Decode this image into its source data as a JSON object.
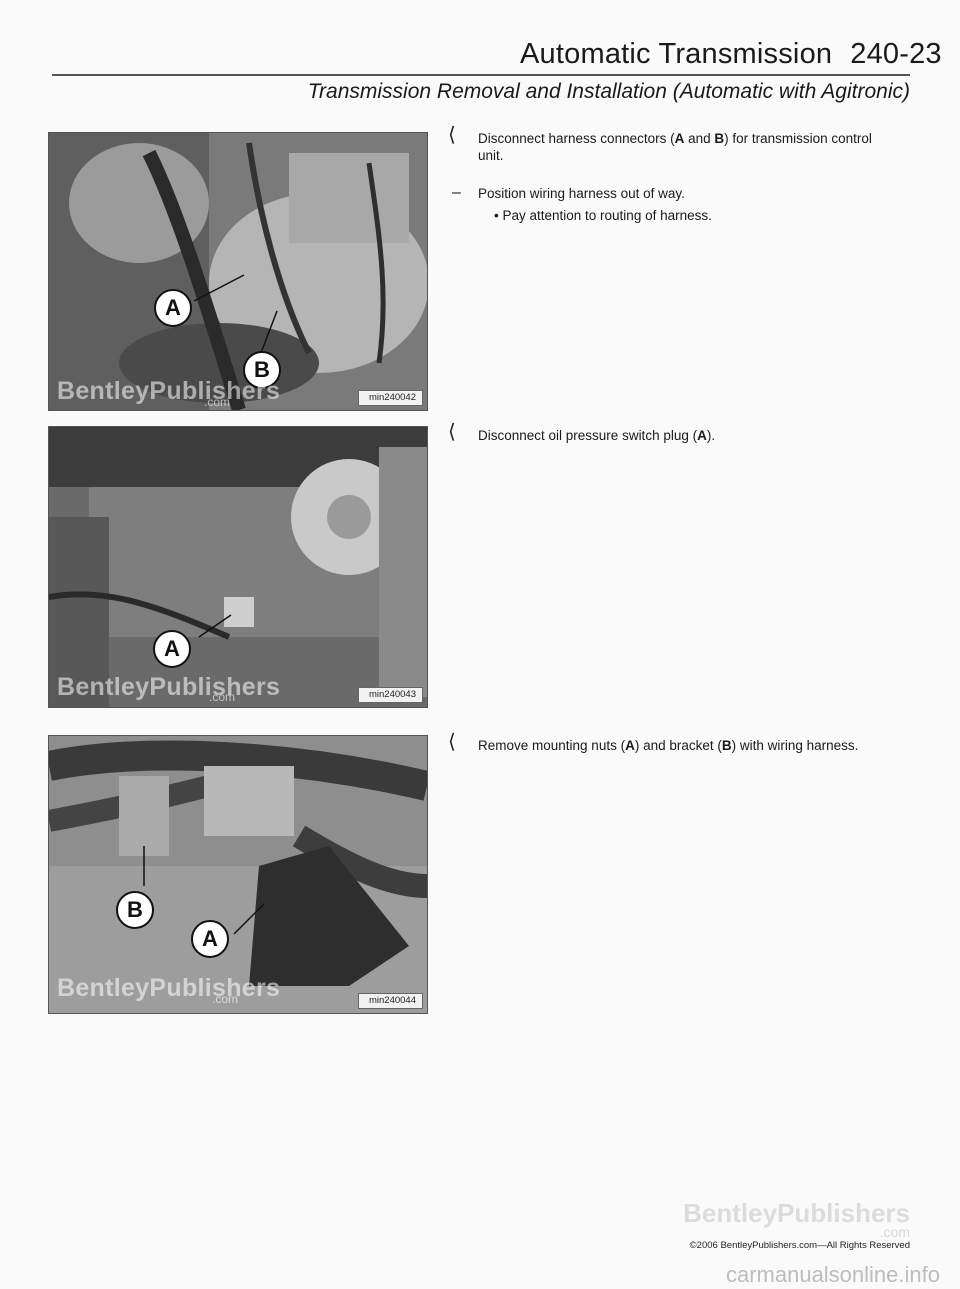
{
  "header": {
    "title": "Automatic Transmission",
    "page_number": "240-23",
    "subtitle": "Transmission Removal and Installation (Automatic with Agitronic)"
  },
  "figures": [
    {
      "code": "min240042",
      "watermark": "BentleyPublishers",
      "watermark_com": ".com",
      "callouts": [
        "A",
        "B"
      ]
    },
    {
      "code": "min240043",
      "watermark": "BentleyPublishers",
      "watermark_com": ".com",
      "callouts": [
        "A"
      ]
    },
    {
      "code": "min240044",
      "watermark": "BentleyPublishers",
      "watermark_com": ".com",
      "callouts": [
        "B",
        "A"
      ]
    }
  ],
  "steps": {
    "step1": {
      "p1": "Disconnect harness connectors (",
      "a": "A",
      "p2": " and ",
      "b": "B",
      "p3": ") for transmission control",
      "line2": "unit."
    },
    "step1_dash": "Position wiring harness out of way.",
    "step1_bullet": "Pay attention to routing of harness.",
    "step2": {
      "p1": "Disconnect oil pressure switch plug (",
      "a": "A",
      "p2": ")."
    },
    "step3": {
      "p1": "Remove mounting nuts (",
      "a": "A",
      "p2": ") and bracket (",
      "b": "B",
      "p3": ") with wiring harness."
    }
  },
  "footer": {
    "logo": "BentleyPublishers",
    "logo_com": ".com",
    "copyright": "©2006 BentleyPublishers.com—All Rights Reserved",
    "site_watermark": "carmanualsonline.info"
  }
}
